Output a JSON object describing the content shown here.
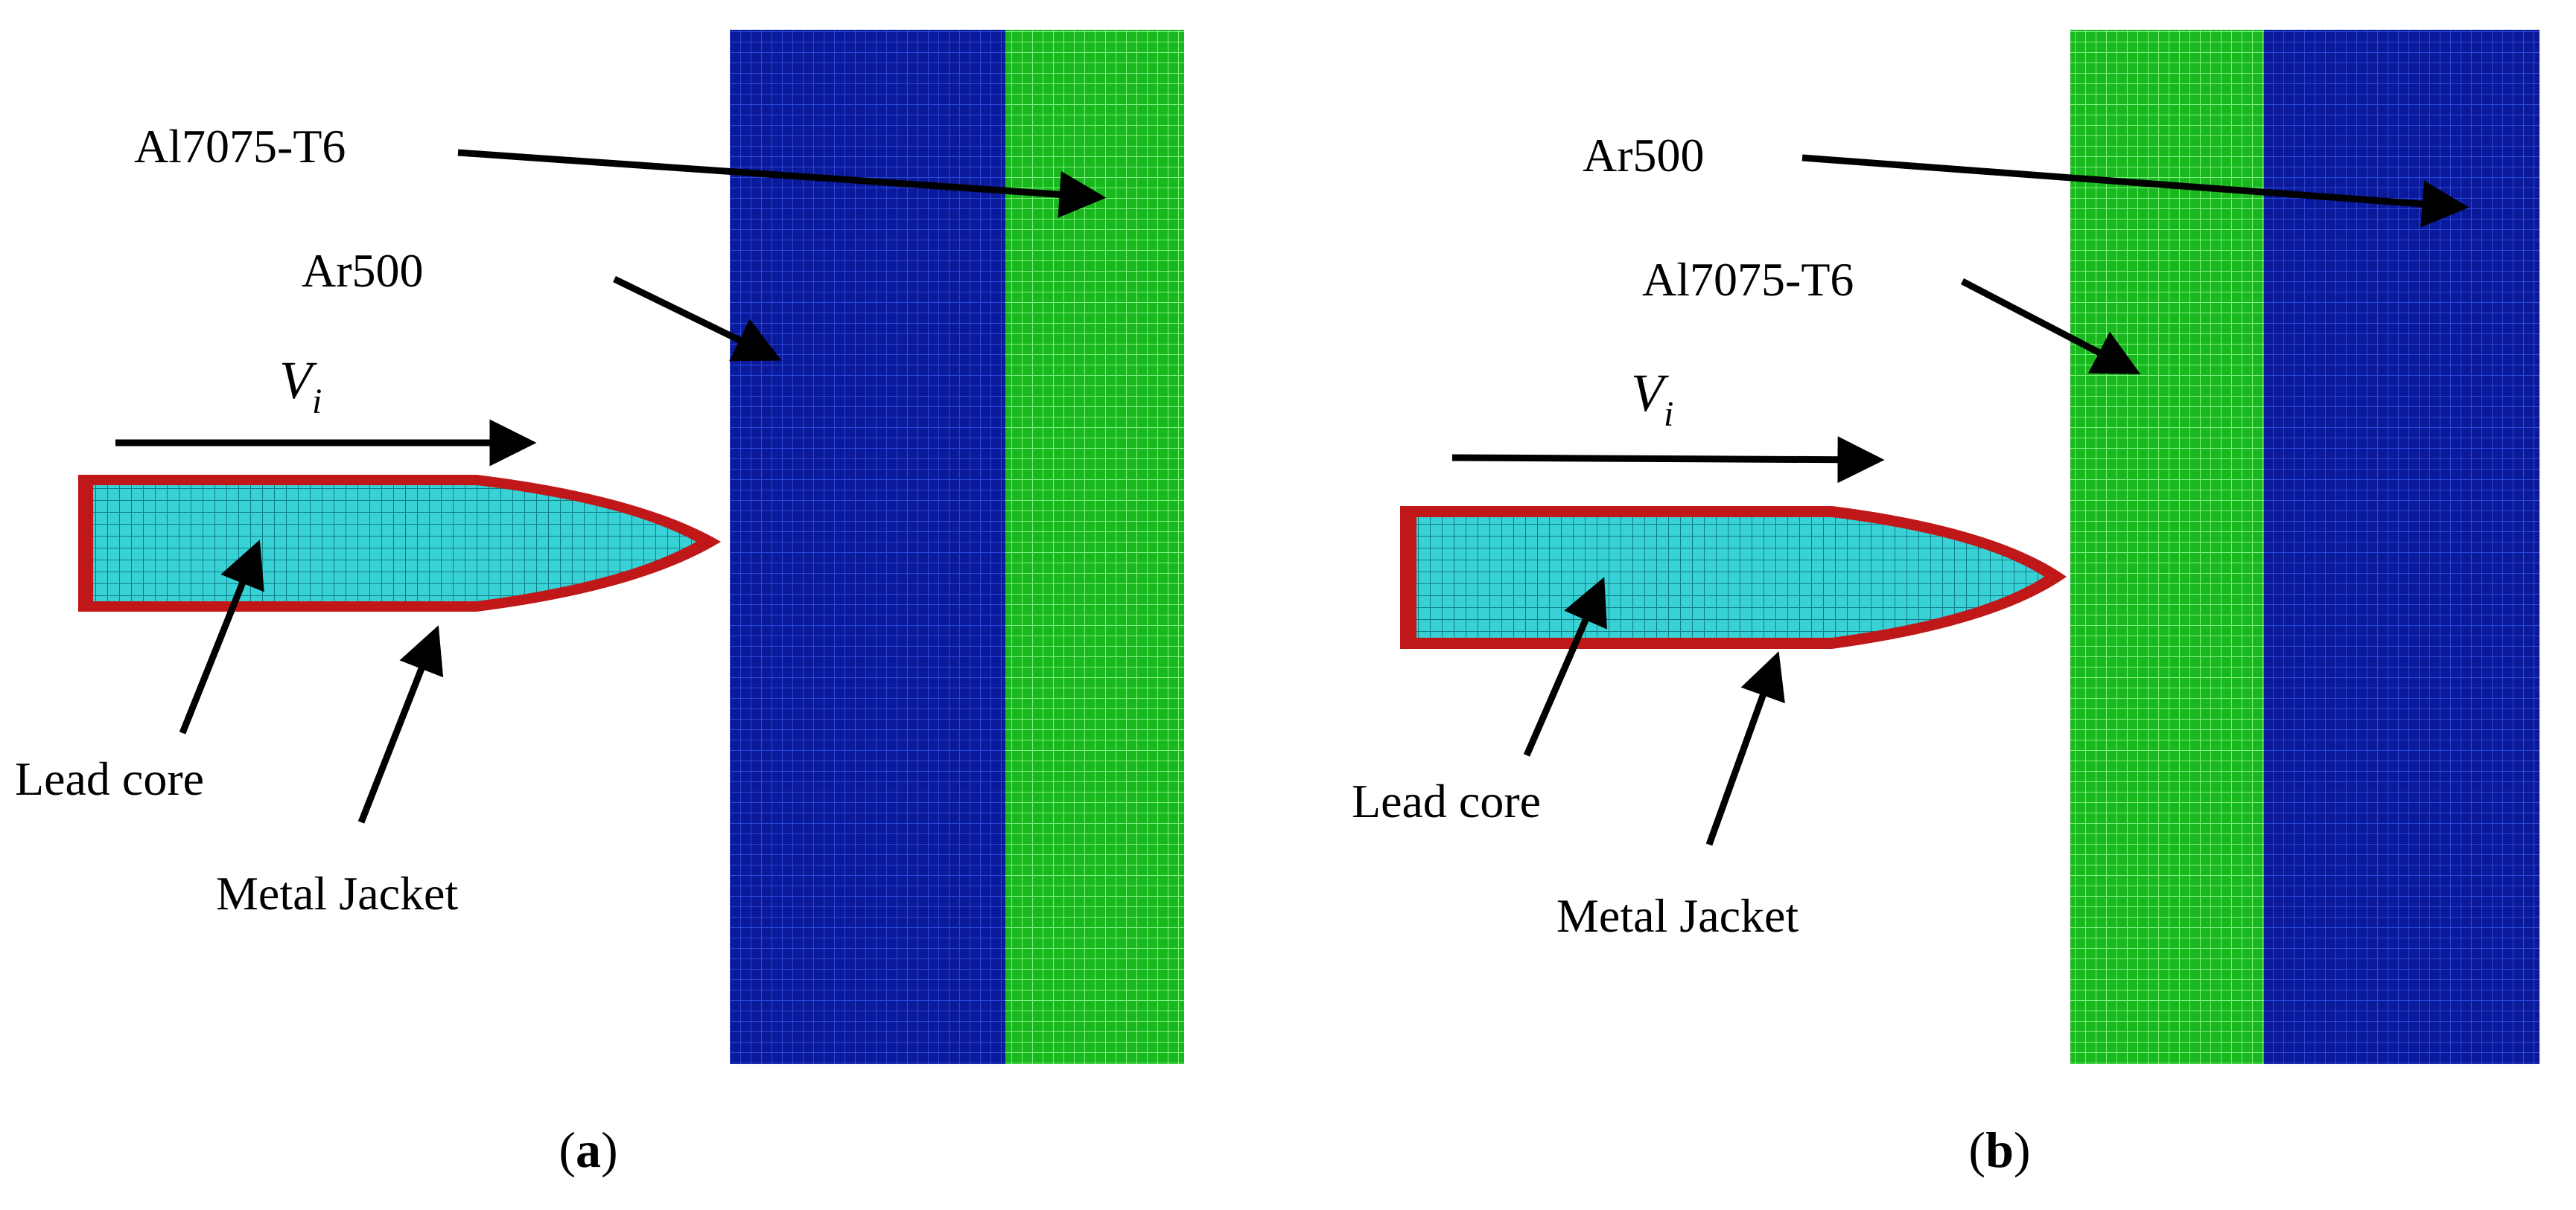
{
  "colors": {
    "ar500_fill": "#0a1a9a",
    "ar500_grid": "#2a48d8",
    "al7075_fill": "#18b81e",
    "al7075_grid": "#7ef07e",
    "core_fill": "#38d2d6",
    "core_grid": "#0e7e86",
    "jacket_fill": "#c01818",
    "arrow": "#000000"
  },
  "panels": [
    {
      "id": "a",
      "label_open": "(",
      "label_letter": "a",
      "label_close": ")",
      "plates": [
        {
          "material": "Ar500",
          "order": 1
        },
        {
          "material": "Al7075-T6",
          "order": 2
        }
      ],
      "labels": {
        "plate_front": "Ar500",
        "plate_back": "Al7075-T6",
        "velocity_var": "V",
        "velocity_sub": "i",
        "core": "Lead core",
        "jacket": "Metal Jacket"
      }
    },
    {
      "id": "b",
      "label_open": "(",
      "label_letter": "b",
      "label_close": ")",
      "plates": [
        {
          "material": "Al7075-T6",
          "order": 1
        },
        {
          "material": "Ar500",
          "order": 2
        }
      ],
      "labels": {
        "plate_front": "Al7075-T6",
        "plate_back": "Ar500",
        "velocity_var": "V",
        "velocity_sub": "i",
        "core": "Lead core",
        "jacket": "Metal Jacket"
      }
    }
  ]
}
